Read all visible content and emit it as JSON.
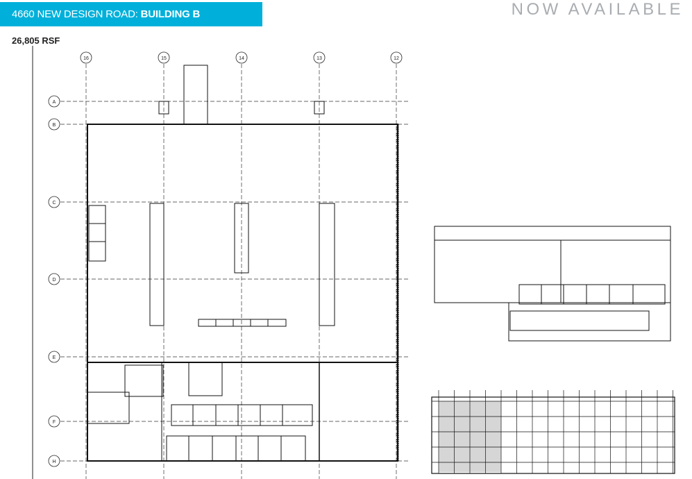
{
  "header": {
    "title_prefix": "4660 NEW DESIGN ROAD: ",
    "title_bold": "BUILDING B",
    "accent_color": "#00b0da"
  },
  "status": "NOW AVAILABLE",
  "area": "26,805 RSF",
  "plan": {
    "column_labels": [
      "16",
      "15",
      "14",
      "13",
      "12"
    ],
    "row_labels": [
      "A",
      "B",
      "C",
      "D",
      "E",
      "F",
      "H"
    ]
  }
}
